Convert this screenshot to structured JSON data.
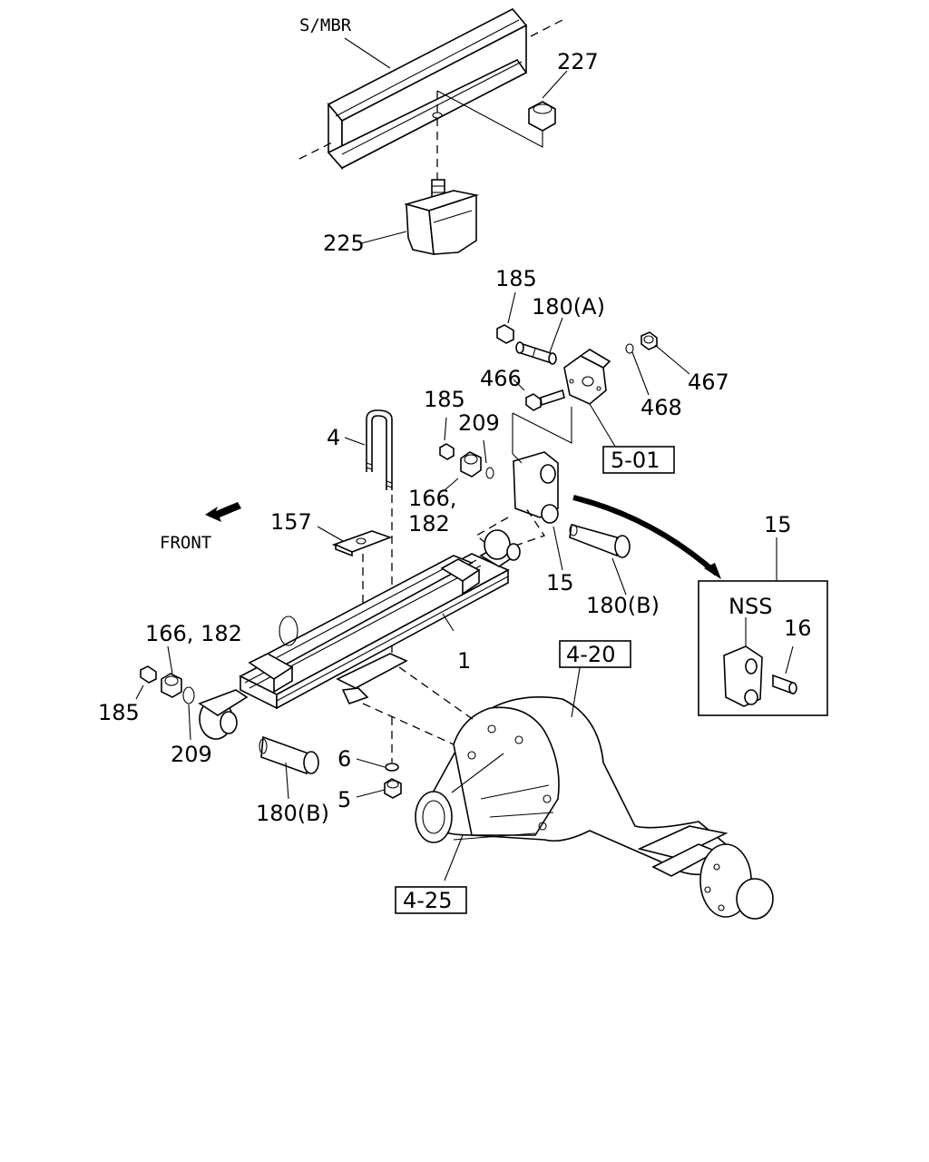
{
  "labels": {
    "s_mbr": "S/MBR",
    "p227": "227",
    "p225": "225",
    "p185_top": "185",
    "p180a": "180(A)",
    "p466": "466",
    "p467": "467",
    "p468": "468",
    "p501": "5-01",
    "p185_mid": "185",
    "p209_mid": "209",
    "p166_182_mid_a": "166,",
    "p166_182_mid_b": "182",
    "p4": "4",
    "p157": "157",
    "front": "FRONT",
    "p15_mid": "15",
    "p180b_right": "180(B)",
    "p15_inset": "15",
    "nss": "NSS",
    "p16": "16",
    "p1": "1",
    "p420": "4-20",
    "p166_182_left": "166, 182",
    "p185_left": "185",
    "p209_left": "209",
    "p6": "6",
    "p5": "5",
    "p180b_left": "180(B)",
    "p425": "4-25"
  }
}
